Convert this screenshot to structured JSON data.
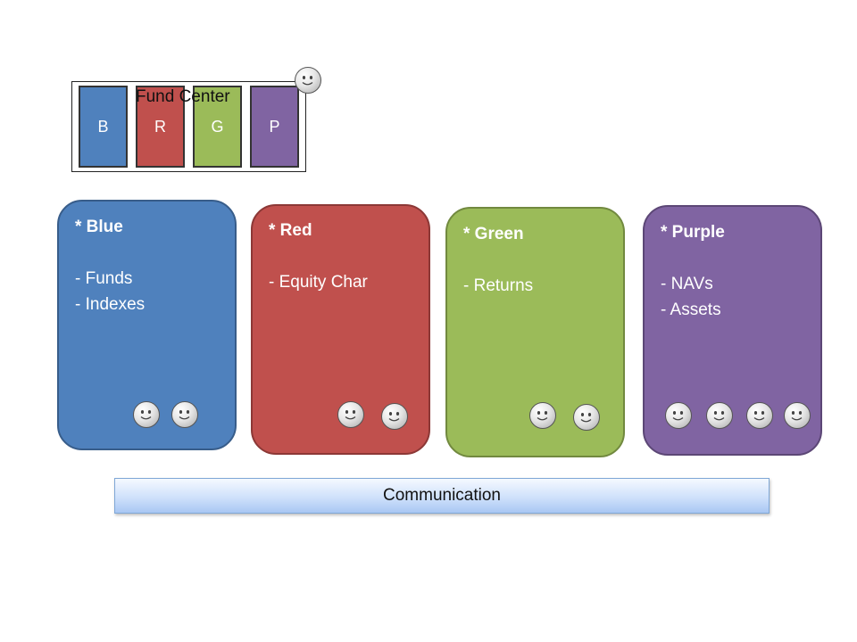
{
  "legend": {
    "title": "Fund Center",
    "boxes": [
      {
        "label": "B",
        "color": "#4f81bd"
      },
      {
        "label": "R",
        "color": "#c0504d"
      },
      {
        "label": "G",
        "color": "#9bbb59"
      },
      {
        "label": "P",
        "color": "#8064a2"
      }
    ]
  },
  "cards": [
    {
      "title": "* Blue",
      "items": [
        "- Funds",
        "- Indexes"
      ],
      "color": "#4f81bd",
      "border": "#385d8a",
      "people": 2
    },
    {
      "title": "* Red",
      "items": [
        "- Equity Char"
      ],
      "color": "#c0504d",
      "border": "#8c3836",
      "people": 2
    },
    {
      "title": "* Green",
      "items": [
        "- Returns"
      ],
      "color": "#9bbb59",
      "border": "#71893f",
      "people": 2
    },
    {
      "title": "* Purple",
      "items": [
        "- NAVs",
        "- Assets"
      ],
      "color": "#8064a2",
      "border": "#5c4776",
      "people": 4
    }
  ],
  "footer": {
    "label": "Communication"
  },
  "icons": {
    "person": "smiley-face-icon"
  }
}
